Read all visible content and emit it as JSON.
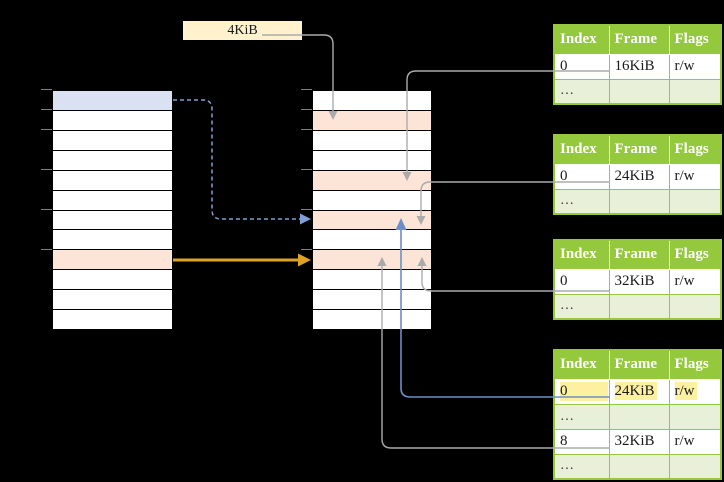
{
  "colors": {
    "background": "#000000",
    "table-green": "#94c83d",
    "row-light-green": "#e9f0da",
    "row-orange": "#fce4d6",
    "row-blue": "#dae1f2",
    "box-cream": "#fff2cc",
    "highlight-yellow": "#fdf0a0",
    "arrow-gray": "#ababab",
    "arrow-blue": "#6d8fc5",
    "arrow-dashed-blue": "#7f9fd6",
    "arrow-orange": "#dfa227",
    "tick-gray": "#7f7f7f"
  },
  "page_size_label": "4KiB",
  "left_table": {
    "rows": 12,
    "blue_rows": [
      0
    ],
    "orange_rows": [
      8
    ]
  },
  "middle_table": {
    "rows": 12,
    "blue_rows": [],
    "orange_rows": [
      1,
      4,
      6,
      8
    ]
  },
  "page_tables": [
    {
      "headers": [
        "Index",
        "Frame",
        "Flags"
      ],
      "rows": [
        {
          "type": "data",
          "cells": [
            "0",
            "16KiB",
            "r/w"
          ]
        },
        {
          "type": "dots",
          "cells": [
            "…",
            "",
            ""
          ]
        }
      ]
    },
    {
      "headers": [
        "Index",
        "Frame",
        "Flags"
      ],
      "rows": [
        {
          "type": "data",
          "cells": [
            "0",
            "24KiB",
            "r/w"
          ]
        },
        {
          "type": "dots",
          "cells": [
            "…",
            "",
            ""
          ]
        }
      ]
    },
    {
      "headers": [
        "Index",
        "Frame",
        "Flags"
      ],
      "rows": [
        {
          "type": "data",
          "cells": [
            "0",
            "32KiB",
            "r/w"
          ]
        },
        {
          "type": "dots",
          "cells": [
            "…",
            "",
            ""
          ]
        }
      ]
    },
    {
      "headers": [
        "Index",
        "Frame",
        "Flags"
      ],
      "rows": [
        {
          "type": "data",
          "highlight": true,
          "cells": [
            "0",
            "24KiB",
            "r/w"
          ]
        },
        {
          "type": "dots",
          "cells": [
            "…",
            "",
            ""
          ]
        },
        {
          "type": "data",
          "cells": [
            "8",
            "32KiB",
            "r/w"
          ]
        },
        {
          "type": "dots",
          "cells": [
            "…",
            "",
            ""
          ]
        }
      ]
    }
  ]
}
